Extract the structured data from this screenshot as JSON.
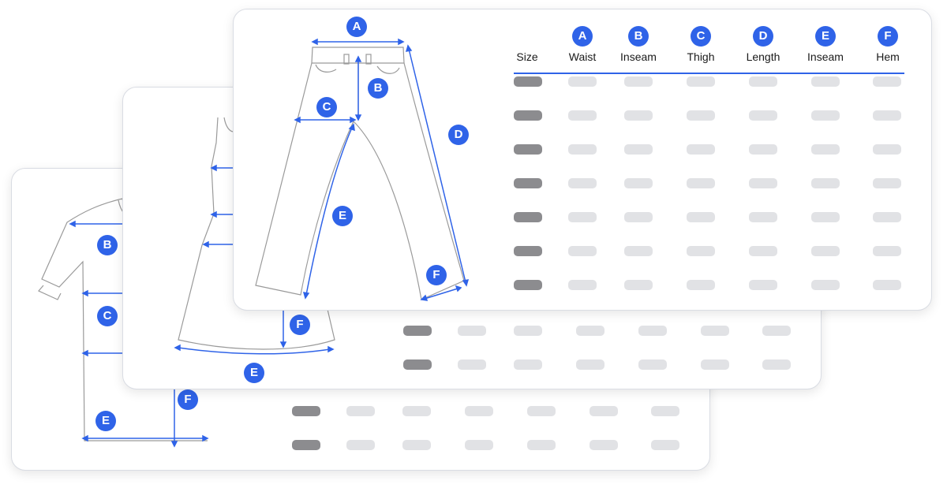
{
  "table": {
    "size_header": "Size",
    "columns": [
      {
        "letter": "A",
        "label": "Waist"
      },
      {
        "letter": "B",
        "label": "Inseam"
      },
      {
        "letter": "C",
        "label": "Thigh"
      },
      {
        "letter": "D",
        "label": "Length"
      },
      {
        "letter": "E",
        "label": "Inseam"
      },
      {
        "letter": "F",
        "label": "Hem"
      }
    ]
  },
  "diagram_labels": {
    "pants": [
      "A",
      "B",
      "C",
      "D",
      "E",
      "F"
    ],
    "dress": [
      "E",
      "F"
    ],
    "shirt": [
      "B",
      "C",
      "E",
      "F"
    ]
  },
  "colors": {
    "accent": "#2f63e8",
    "pill_dark": "#8c8c8f",
    "pill_light": "#e1e2e5",
    "outline": "#9a9a9a"
  }
}
